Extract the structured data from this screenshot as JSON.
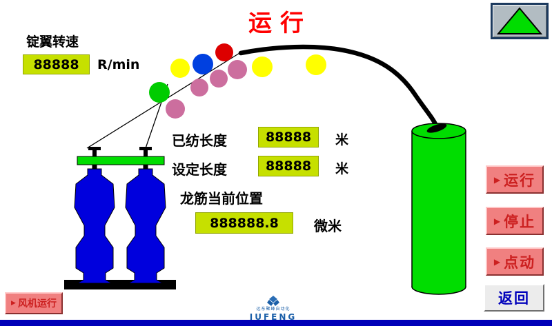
{
  "title": "运行",
  "colors": {
    "title": "#ff0000",
    "value_bg": "#c6e000",
    "button_bg": "#f08080",
    "button_text": "#cc2020",
    "back_text": "#0000bb",
    "bottom_bar": "#0000b8",
    "circle_yellow": "#ffff00",
    "circle_blue": "#0040e0",
    "circle_pink": "#cc6e9e",
    "circle_red": "#dd0000",
    "circle_green": "#00cc00",
    "machine_green": "#00dd00",
    "bobbin_blue": "#0000dd"
  },
  "icons": {
    "button_arrow": "▶"
  },
  "flyer_speed": {
    "label": "锭翼转速",
    "value": "88888",
    "unit": "R/min"
  },
  "spun_length": {
    "label": "已纺长度",
    "value": "88888",
    "unit": "米"
  },
  "set_length": {
    "label": "设定长度",
    "value": "88888",
    "unit": "米"
  },
  "rail_position": {
    "label": "龙筋当前位置",
    "value": "888888.8",
    "unit": "微米"
  },
  "buttons": {
    "run": {
      "label": "运行"
    },
    "stop": {
      "label": "停止"
    },
    "jog": {
      "label": "点动"
    },
    "back": {
      "label": "返回"
    },
    "fan": {
      "label": "风机运行"
    }
  },
  "logo": {
    "name": "JUFENG",
    "tagline": "远东聚峰自动化"
  }
}
